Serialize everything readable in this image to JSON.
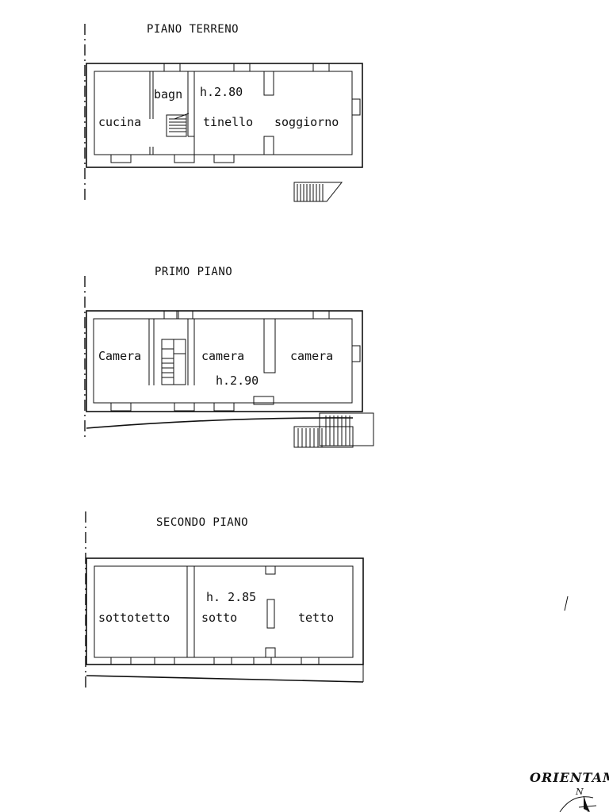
{
  "floors": [
    {
      "title": "PIANO TERRENO",
      "height": "h.2.80",
      "rooms": [
        "cucina",
        "bagn",
        "tinello",
        "soggiorno"
      ]
    },
    {
      "title": "PRIMO PIANO",
      "height": "h.2.90",
      "rooms": [
        "Camera",
        "camera",
        "camera"
      ]
    },
    {
      "title": "SECONDO PIANO",
      "height": "h. 2.85",
      "rooms": [
        "sottotetto",
        "sotto",
        "tetto"
      ]
    }
  ],
  "orientation": {
    "label": "ORIENTAM",
    "north": "N"
  }
}
